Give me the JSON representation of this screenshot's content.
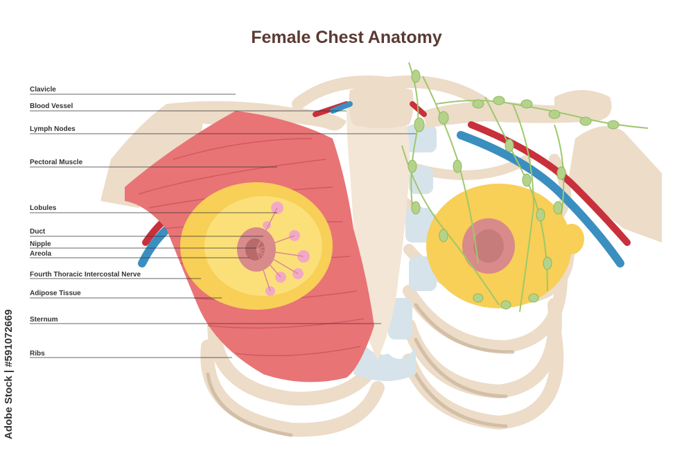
{
  "title": "Female Chest Anatomy",
  "labels": [
    "Clavicle",
    "Blood Vessel",
    "Lymph Nodes",
    "Pectoral  Muscle",
    "Lobules",
    "Duct",
    "Nipple",
    "Areola",
    "Fourth Thoracic Intercostal Nerve",
    "Adipose Tissue",
    "Sternum",
    "Ribs"
  ],
  "side_text": "Adobe Stock | #591072669",
  "colors": {
    "title": "#5a3a33",
    "bone": "#ecdcc8",
    "bone_shadow": "#c9b298",
    "muscle": "#e87476",
    "muscle_dark": "#c94e55",
    "fat": "#f8cf57",
    "fat_light": "#fbe07a",
    "areola": "#d98a8a",
    "nipple": "#b86a6a",
    "lobule": "#f2a9c6",
    "lymph": "#9ec86a",
    "artery": "#c8313b",
    "vein": "#3a8fc0",
    "cartilage": "#d6e3ea"
  }
}
